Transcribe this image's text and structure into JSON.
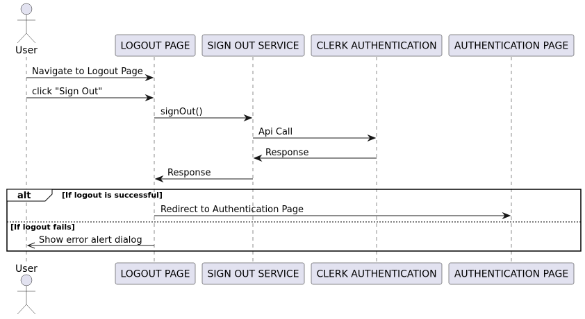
{
  "participants": [
    {
      "id": "user",
      "kind": "actor",
      "label": "User"
    },
    {
      "id": "logout_page",
      "kind": "participant",
      "label": "LOGOUT PAGE"
    },
    {
      "id": "sign_out_service",
      "kind": "participant",
      "label": "SIGN OUT SERVICE"
    },
    {
      "id": "clerk_authentication",
      "kind": "participant",
      "label": "CLERK AUTHENTICATION"
    },
    {
      "id": "authentication_page",
      "kind": "participant",
      "label": "AUTHENTICATION PAGE"
    }
  ],
  "messages": [
    {
      "from": "user",
      "to": "logout_page",
      "label": "Navigate to Logout Page"
    },
    {
      "from": "user",
      "to": "logout_page",
      "label": "click \"Sign Out\""
    },
    {
      "from": "logout_page",
      "to": "sign_out_service",
      "label": "signOut()"
    },
    {
      "from": "sign_out_service",
      "to": "clerk_authentication",
      "label": "Api Call"
    },
    {
      "from": "clerk_authentication",
      "to": "sign_out_service",
      "label": "Response"
    },
    {
      "from": "sign_out_service",
      "to": "logout_page",
      "label": "Response"
    },
    {
      "from": "logout_page",
      "to": "authentication_page",
      "label": "Redirect to Authentication Page"
    },
    {
      "from": "logout_page",
      "to": "user",
      "label": "Show error alert dialog"
    }
  ],
  "alt_frame": {
    "keyword": "alt",
    "guard": "[If logout is successful]",
    "else_guard": "[If logout fails]"
  },
  "colors": {
    "participant_fill": "#e2e2f0",
    "stroke": "#181818",
    "background": "#ffffff"
  }
}
